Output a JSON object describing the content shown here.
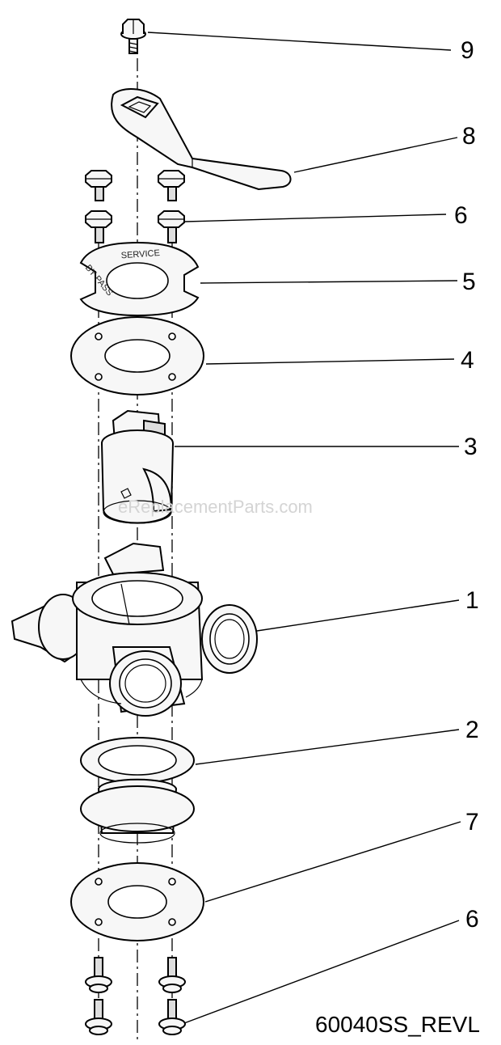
{
  "callouts": [
    {
      "id": "9",
      "label": "9"
    },
    {
      "id": "8",
      "label": "8"
    },
    {
      "id": "6a",
      "label": "6"
    },
    {
      "id": "5",
      "label": "5"
    },
    {
      "id": "4",
      "label": "4"
    },
    {
      "id": "3",
      "label": "3"
    },
    {
      "id": "1",
      "label": "1"
    },
    {
      "id": "2",
      "label": "2"
    },
    {
      "id": "7",
      "label": "7"
    },
    {
      "id": "6b",
      "label": "6"
    }
  ],
  "plate_text": {
    "service": "SERVICE",
    "bypass": "BY PASS"
  },
  "watermark": "eReplacementParts.com",
  "drawing_id": "60040SS_REVL"
}
